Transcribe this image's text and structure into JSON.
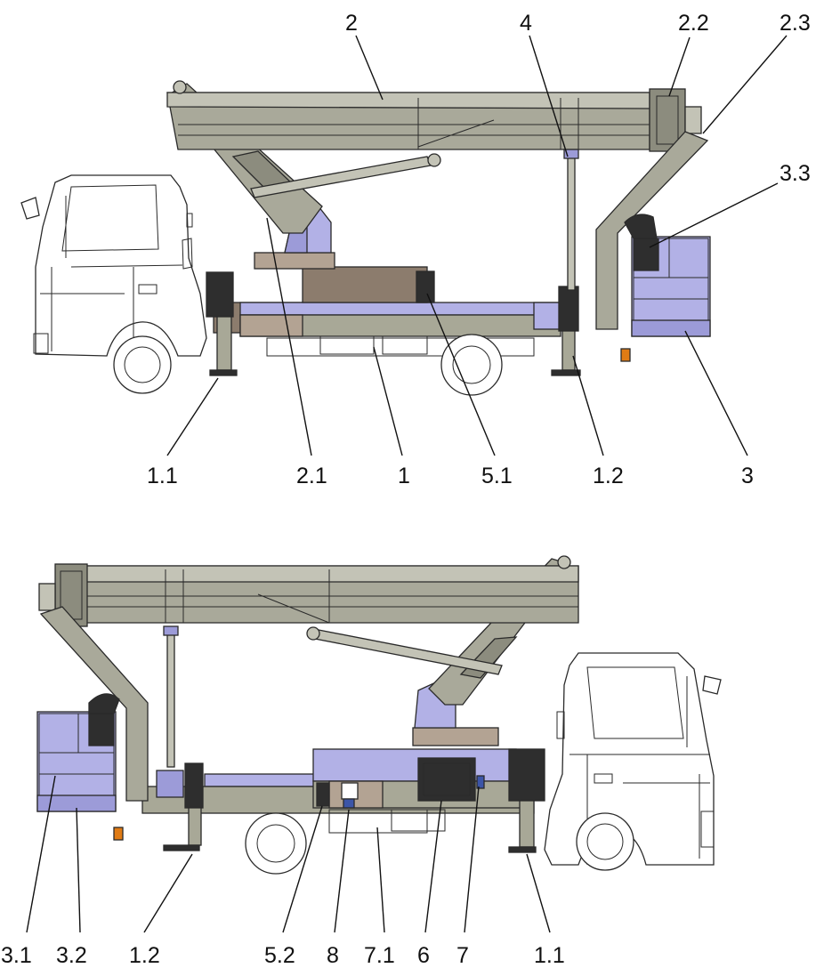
{
  "top_view": {
    "callouts": {
      "c_2": "2",
      "c_4": "4",
      "c_2_2": "2.2",
      "c_2_3": "2.3",
      "c_3_3": "3.3",
      "c_1_1": "1.1",
      "c_2_1": "2.1",
      "c_1": "1",
      "c_5_1": "5.1",
      "c_1_2": "1.2",
      "c_3": "3"
    }
  },
  "bottom_view": {
    "callouts": {
      "c_3_1": "3.1",
      "c_3_2": "3.2",
      "c_1_2": "1.2",
      "c_5_2": "5.2",
      "c_8": "8",
      "c_7_1": "7.1",
      "c_6": "6",
      "c_7": "7",
      "c_1_1": "1.1"
    }
  }
}
